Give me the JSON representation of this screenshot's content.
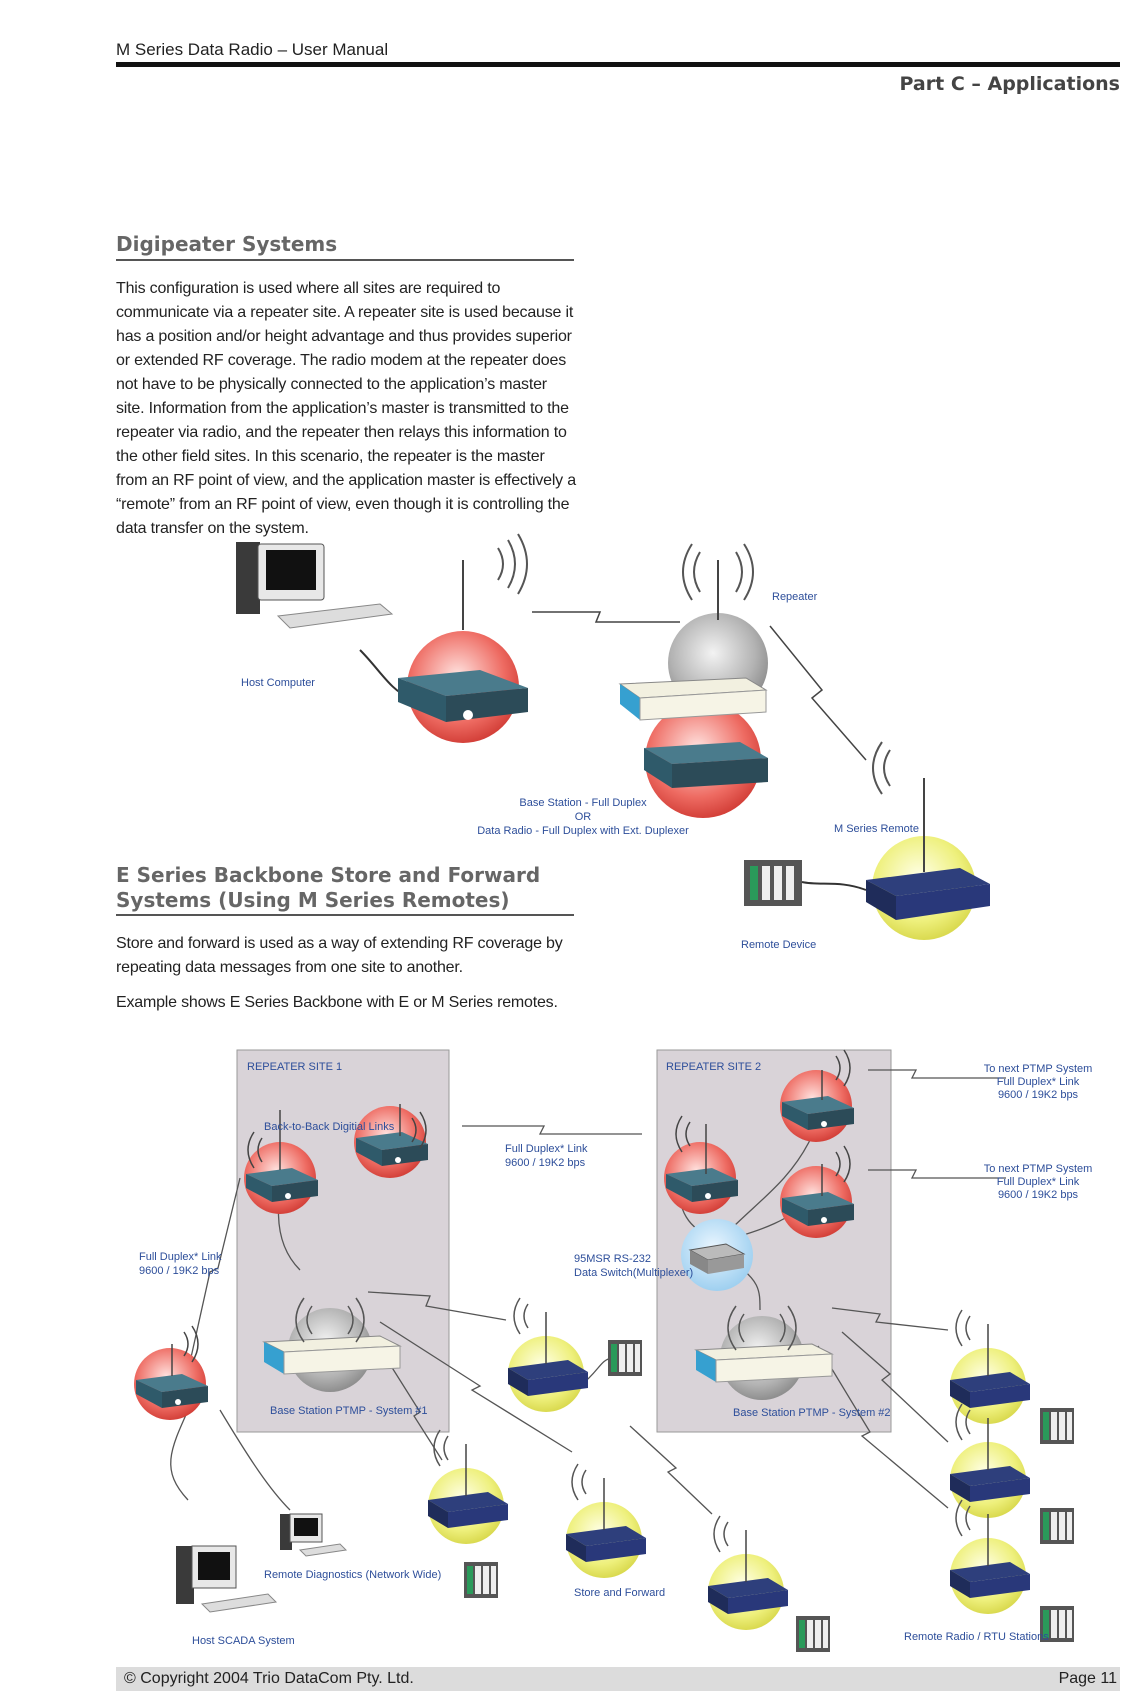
{
  "header": {
    "doc_title": "M Series Data Radio – User Manual",
    "part": "Part C – Applications"
  },
  "section1": {
    "heading": "Digipeater Systems",
    "body": "This configuration is used where all sites are required to communicate via a repeater site. A repeater site is used because it has a position and/or height advantage and thus provides superior or extended RF coverage. The radio modem at the repeater does not have to be physically connected to the application’s master site. Information from the application’s master is transmitted to the repeater via radio, and the repeater then relays this information to the other field sites. In this scenario, the repeater is the master from an RF point of view, and the application master is effectively a “remote” from an RF point of view, even though it is controlling the data transfer on the system."
  },
  "diagram1": {
    "host_computer": "Host Computer",
    "repeater": "Repeater",
    "base_line1": "Base Station - Full Duplex",
    "base_line2": "OR",
    "base_line3": "Data Radio - Full Duplex with Ext. Duplexer",
    "m_series_remote": "M Series Remote",
    "remote_device": "Remote Device"
  },
  "section2": {
    "heading_line1": "E Series Backbone Store and Forward",
    "heading_line2": "Systems (Using M Series Remotes)",
    "body1": "Store and forward is used as a way of extending RF coverage by repeating data messages from one site to another.",
    "body2": "Example shows E Series Backbone with E or M Series remotes."
  },
  "diagram2": {
    "site1": "REPEATER SITE 1",
    "site2": "REPEATER SITE 2",
    "b2b": "Back-to-Back Digitial Links",
    "fd_mid_1": "Full Duplex* Link",
    "fd_mid_2": "9600 / 19K2 bps",
    "fd_left_1": "Full Duplex* Link",
    "fd_left_2": "9600 / 19K2 bps",
    "next1_1": "To next PTMP System",
    "next1_2": "Full Duplex* Link",
    "next1_3": "9600 / 19K2 bps",
    "next2_1": "To next PTMP System",
    "next2_2": "Full Duplex* Link",
    "next2_3": "9600 / 19K2 bps",
    "switch_1": "95MSR RS-232",
    "switch_2": "Data Switch(Multiplexer)",
    "bs1": "Base Station PTMP - System #1",
    "bs2": "Base Station PTMP - System #2",
    "remote_diag": "Remote Diagnostics (Network Wide)",
    "store_forward": "Store and Forward",
    "rtu": "Remote Radio / RTU Stations",
    "host_scada": "Host SCADA System"
  },
  "footer": {
    "copyright": "© Copyright 2004 Trio DataCom Pty. Ltd.",
    "page": "Page 11"
  },
  "colors": {
    "label_blue": "#2d4e9a",
    "site_box": "#d9d3d8",
    "red_circle": "#e8605a",
    "yellow_circle": "#e8ec7a",
    "grey_circle": "#a8a8a8"
  }
}
